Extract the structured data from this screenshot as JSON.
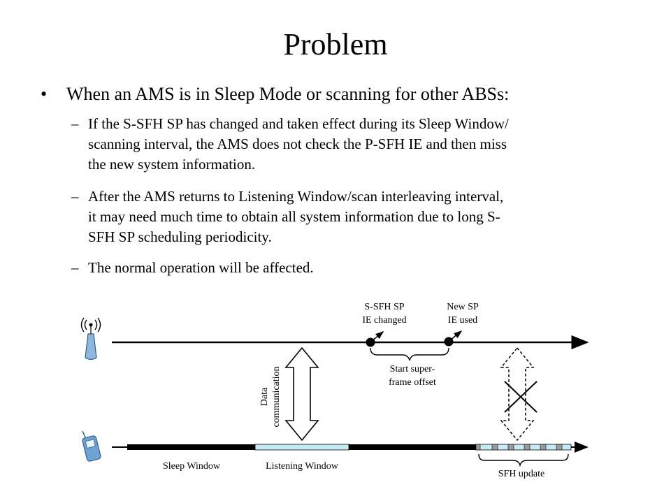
{
  "slide": {
    "title": "Problem",
    "main_bullet": {
      "marker": "•",
      "text": "When an AMS is in Sleep Mode or scanning  for other ABSs:"
    },
    "sub_bullets": [
      {
        "marker": "–",
        "lines": [
          "If the S-SFH SP has changed and taken effect during its Sleep Window/",
          "scanning interval, the AMS does not check the P-SFH IE and then miss",
          "the new system information."
        ]
      },
      {
        "marker": "–",
        "lines": [
          "After the AMS returns to Listening Window/scan interleaving interval,",
          "it may need much time to obtain all system information due to long S-",
          "SFH SP scheduling periodicity."
        ]
      },
      {
        "marker": "–",
        "lines": [
          "The normal operation will be affected."
        ]
      }
    ]
  },
  "diagram": {
    "labels": {
      "ssfh_changed": [
        "S-SFH SP",
        "IE changed"
      ],
      "new_sp_used": [
        "New SP",
        "IE used"
      ],
      "start_offset": [
        "Start super-",
        "frame offset"
      ],
      "data_communication": [
        "Data",
        "communication"
      ],
      "sleep_window": "Sleep Window",
      "listening_window": "Listening Window",
      "sfh_update": "SFH update"
    },
    "icons": {
      "base_station": "base-station-icon",
      "mobile": "mobile-phone-icon"
    },
    "colors": {
      "listening_fill": "#c6ecf5",
      "sleep_fill": "#000000",
      "sfh_slot_fill": "#9a9a9a"
    }
  }
}
